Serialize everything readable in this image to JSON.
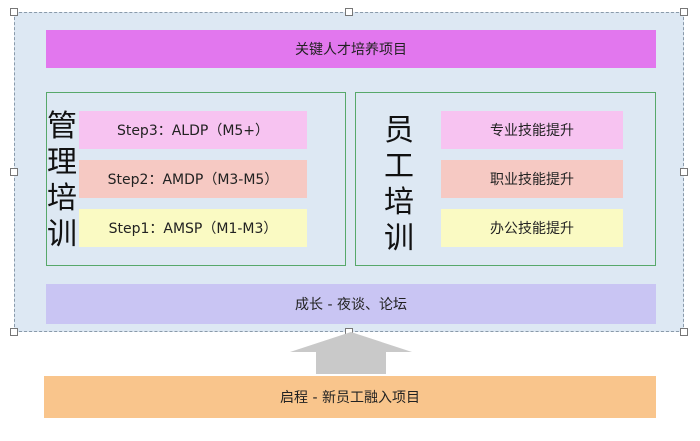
{
  "diagram": {
    "title": "关键人才培养项目",
    "management": {
      "heading_chars": [
        "管",
        "理",
        "培",
        "训"
      ],
      "steps": [
        "Step3：ALDP（M5+）",
        "Step2：AMDP（M3-M5）",
        "Step1：AMSP（M1-M3）"
      ]
    },
    "employee": {
      "heading_chars": [
        "员",
        "工",
        "培",
        "训"
      ],
      "skills": [
        "专业技能提升",
        "职业技能提升",
        "办公技能提升"
      ]
    },
    "growth": "成长 - 夜谈、论坛",
    "onboarding": "启程 - 新员工融入项目",
    "colors": {
      "title": "#e277ee",
      "pink": "#f7c3f1",
      "salmon": "#f6c9c3",
      "yellow": "#fafac3",
      "growth": "#c9c5f3",
      "onboarding": "#f9c58c",
      "frame": "#dde8f3",
      "panel_border": "#57a86a",
      "arrow": "#c9c9c9"
    }
  }
}
